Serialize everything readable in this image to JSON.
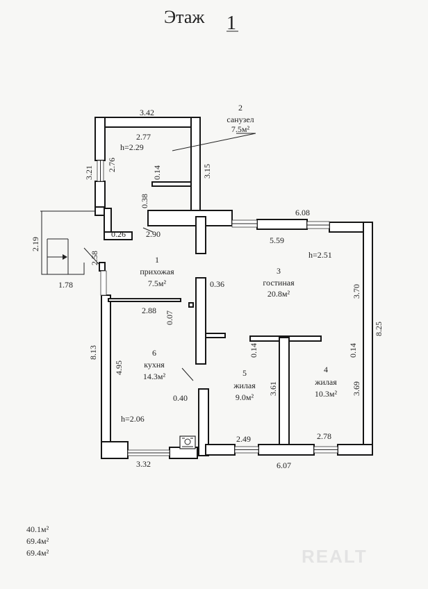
{
  "header": {
    "label": "Этаж",
    "number": "1"
  },
  "rooms": [
    {
      "num": "1",
      "name": "прихожая",
      "area": "7.5м²"
    },
    {
      "num": "2",
      "name": "санузел",
      "area": "7.5м²",
      "height": "h=2.29"
    },
    {
      "num": "3",
      "name": "гостиная",
      "area": "20.8м²",
      "height": "h=2.51"
    },
    {
      "num": "4",
      "name": "жилая",
      "area": "10.3м²"
    },
    {
      "num": "5",
      "name": "жилая",
      "area": "9.0м²"
    },
    {
      "num": "6",
      "name": "кухня",
      "area": "14.3м²",
      "height": "h=2.06"
    }
  ],
  "dimensions": {
    "d_3_42": "3.42",
    "d_2_77": "2.77",
    "d_3_21": "3.21",
    "d_2_76": "2.76",
    "d_0_14_a": "0.14",
    "d_3_15": "3.15",
    "d_0_38": "0.38",
    "d_6_08": "6.08",
    "d_0_26": "0.26",
    "d_2_90": "2.90",
    "d_2_19": "2.19",
    "d_2_58": "2.58",
    "d_5_59": "5.59",
    "d_1_78": "1.78",
    "d_0_36": "0.36",
    "d_3_70": "3.70",
    "d_2_88": "2.88",
    "d_0_07": "0.07",
    "d_8_13": "8.13",
    "d_8_25": "8.25",
    "d_0_14_b": "0.14",
    "d_0_14_c": "0.14",
    "d_4_95": "4.95",
    "d_3_61": "3.61",
    "d_3_69": "3.69",
    "d_0_40": "0.40",
    "d_2_49": "2.49",
    "d_2_78": "2.78",
    "d_3_32": "3.32",
    "d_6_07": "6.07"
  },
  "totals": [
    "40.1м²",
    "69.4м²",
    "69.4м²"
  ],
  "watermark": "REALT"
}
